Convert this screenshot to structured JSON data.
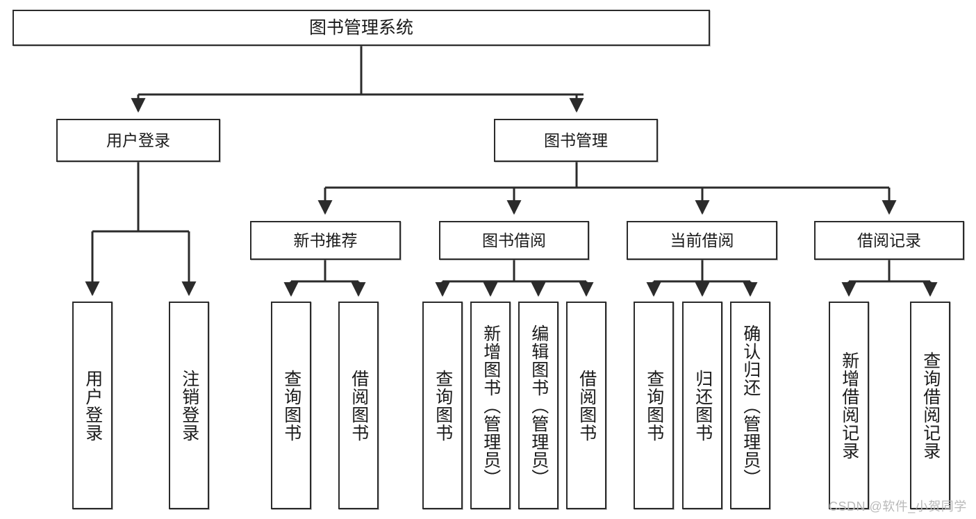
{
  "diagram": {
    "type": "tree-hierarchy",
    "title": "图书管理系统",
    "root": {
      "label": "图书管理系统"
    },
    "level2": [
      {
        "label": "用户登录"
      },
      {
        "label": "图书管理"
      }
    ],
    "level3": [
      {
        "label": "新书推荐"
      },
      {
        "label": "图书借阅"
      },
      {
        "label": "当前借阅"
      },
      {
        "label": "借阅记录"
      }
    ],
    "leaves": {
      "user_login": [
        {
          "label": "用户登录"
        },
        {
          "label": "注销登录"
        }
      ],
      "new_book_recommend": [
        {
          "label": "查询图书"
        },
        {
          "label": "借阅图书"
        }
      ],
      "book_borrow": [
        {
          "label": "查询图书"
        },
        {
          "label": "新增图书（管理员）"
        },
        {
          "label": "编辑图书（管理员）"
        },
        {
          "label": "借阅图书"
        }
      ],
      "current_borrow": [
        {
          "label": "查询图书"
        },
        {
          "label": "归还图书"
        },
        {
          "label": "确认归还（管理员）"
        }
      ],
      "borrow_record": [
        {
          "label": "新增借阅记录"
        },
        {
          "label": "查询借阅记录"
        }
      ]
    }
  },
  "watermark": {
    "text": "CSDN @软件_小贺同学"
  },
  "colors": {
    "border": "#2b2b2b",
    "background": "#ffffff",
    "text": "#1a1a1a",
    "watermark": "#b9b9b9"
  }
}
